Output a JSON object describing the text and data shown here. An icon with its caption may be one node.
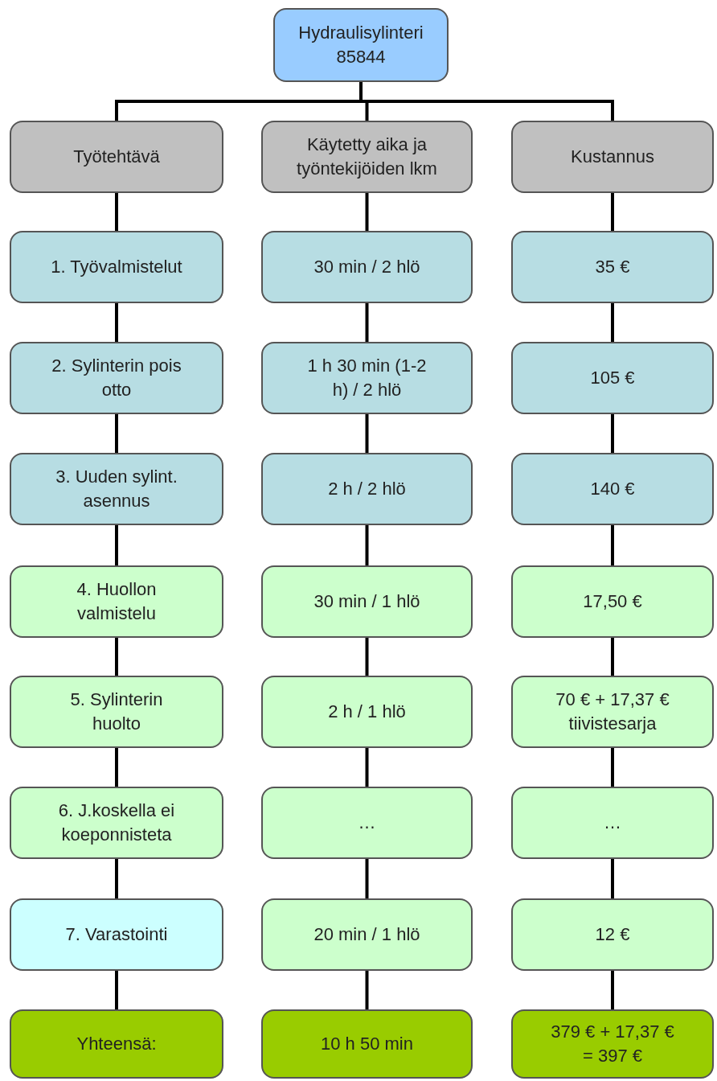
{
  "diagram": {
    "nodes": [
      {
        "text": [
          "Hydraulisylinteri 85844"
        ]
      },
      {
        "text": [
          "Työtehtävä"
        ]
      },
      {
        "text": [
          "Käytetty aika ja työntekijöiden lkm"
        ]
      },
      {
        "text": [
          "Kustannus"
        ]
      },
      {
        "text": [
          "1. Työvalmistelut"
        ]
      },
      {
        "text": [
          "30 min / 2 hlö"
        ]
      },
      {
        "text": [
          "35 €"
        ]
      },
      {
        "text": [
          "2. Sylinterin pois otto"
        ]
      },
      {
        "text": [
          "1 h 30 min (1-2 h) / 2 hlö"
        ]
      },
      {
        "text": [
          "105 €"
        ]
      },
      {
        "text": [
          "3. Uuden sylint. asennus"
        ]
      },
      {
        "text": [
          "2 h / 2 hlö"
        ]
      },
      {
        "text": [
          "140 €"
        ]
      },
      {
        "text": [
          "4. Huollon valmistelu"
        ]
      },
      {
        "text": [
          "30 min / 1 hlö"
        ]
      },
      {
        "text": [
          "17,50 €"
        ]
      },
      {
        "text": [
          "5. Sylinterin huolto"
        ]
      },
      {
        "text": [
          "2 h / 1 hlö"
        ]
      },
      {
        "text": [
          "70 € + 17,37 € tiivistesarja"
        ]
      },
      {
        "text": [
          "6. J.koskella ei koeponnisteta"
        ]
      },
      {
        "text": [
          "…"
        ]
      },
      {
        "text": [
          "…"
        ]
      },
      {
        "text": [
          "7. Varastointi"
        ]
      },
      {
        "text": [
          "20 min / 1 hlö"
        ]
      },
      {
        "text": [
          "12 €"
        ]
      },
      {
        "text": [
          "Yhteensä:"
        ]
      },
      {
        "text": [
          "10 h 50 min"
        ]
      },
      {
        "text": [
          "379 € + 17,37 € = 397 €"
        ]
      }
    ],
    "edges": [
      {
        "from": 0,
        "to": 1,
        "arrow": "none"
      },
      {
        "from": 0,
        "to": 2,
        "arrow": "none"
      },
      {
        "from": 0,
        "to": 3,
        "arrow": "none"
      },
      {
        "from": 1,
        "to": 4,
        "arrow": "none"
      },
      {
        "from": 4,
        "to": 7,
        "arrow": "none"
      },
      {
        "from": 7,
        "to": 10,
        "arrow": "none"
      },
      {
        "from": 10,
        "to": 13,
        "arrow": "none"
      },
      {
        "from": 13,
        "to": 16,
        "arrow": "none"
      },
      {
        "from": 16,
        "to": 19,
        "arrow": "none"
      },
      {
        "from": 19,
        "to": 22,
        "arrow": "none"
      },
      {
        "from": 22,
        "to": 25,
        "arrow": "none"
      },
      {
        "from": 2,
        "to": 5,
        "arrow": "none"
      },
      {
        "from": 5,
        "to": 8,
        "arrow": "none"
      },
      {
        "from": 8,
        "to": 11,
        "arrow": "none"
      },
      {
        "from": 11,
        "to": 14,
        "arrow": "none"
      },
      {
        "from": 14,
        "to": 17,
        "arrow": "none"
      },
      {
        "from": 17,
        "to": 20,
        "arrow": "none"
      },
      {
        "from": 20,
        "to": 23,
        "arrow": "none"
      },
      {
        "from": 23,
        "to": 26,
        "arrow": "none"
      },
      {
        "from": 3,
        "to": 6,
        "arrow": "none"
      },
      {
        "from": 6,
        "to": 9,
        "arrow": "none"
      },
      {
        "from": 9,
        "to": 12,
        "arrow": "none"
      },
      {
        "from": 12,
        "to": 15,
        "arrow": "none"
      },
      {
        "from": 15,
        "to": 18,
        "arrow": "none"
      },
      {
        "from": 18,
        "to": 21,
        "arrow": "none"
      },
      {
        "from": 21,
        "to": 24,
        "arrow": "none"
      },
      {
        "from": 24,
        "to": 27,
        "arrow": "none"
      }
    ]
  }
}
